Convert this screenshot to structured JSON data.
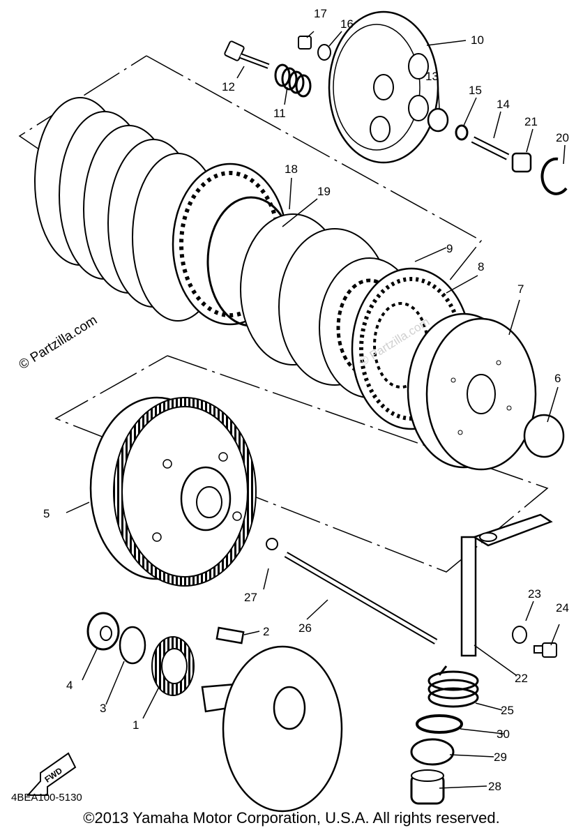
{
  "diagram": {
    "diagram_code": "4BEA100-5130",
    "fwd_label": "FWD",
    "watermark": "© Partzilla.com",
    "watermark_faint": "© Partzilla.com",
    "copyright": "©2013 Yamaha Motor Corporation, U.S.A. All rights reserved.",
    "callouts": [
      "1",
      "2",
      "3",
      "4",
      "5",
      "6",
      "7",
      "8",
      "9",
      "10",
      "11",
      "12",
      "13",
      "14",
      "15",
      "16",
      "17",
      "18",
      "19",
      "20",
      "21",
      "22",
      "23",
      "24",
      "25",
      "26",
      "27",
      "28",
      "29",
      "30"
    ]
  }
}
